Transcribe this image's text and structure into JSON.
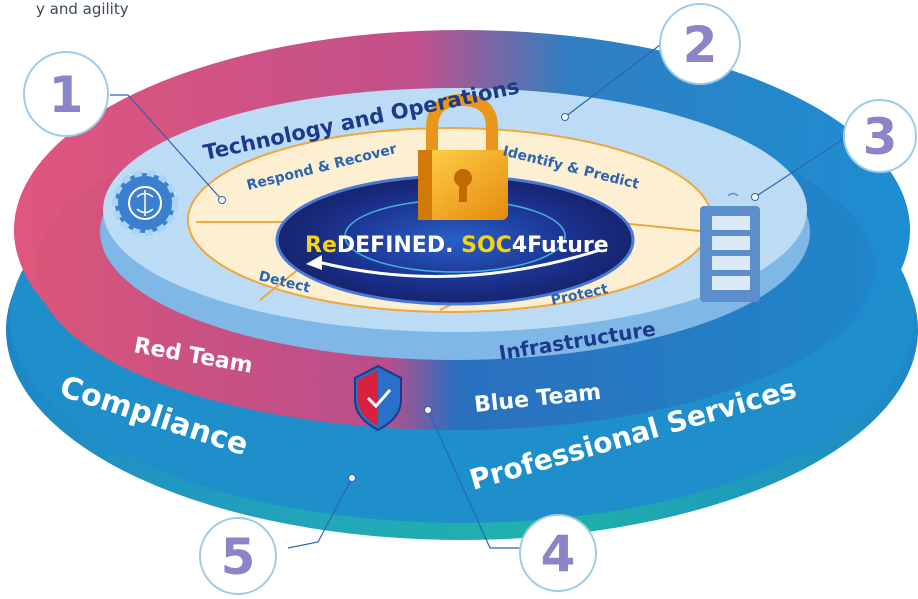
{
  "top_caption": "y and agility",
  "numbers": [
    "1",
    "2",
    "3",
    "4",
    "5"
  ],
  "rings": {
    "outer_left": "Compliance",
    "outer_right": "Professional Services",
    "mid_left": "Red Team",
    "mid_right": "Blue Team",
    "tech_top": "Technology and Operations",
    "tech_bottom": "Infrastructure"
  },
  "phases": {
    "respond": "Respond & Recover",
    "identify": "Identify & Predict",
    "detect": "Detect",
    "protect": "Protect"
  },
  "core": {
    "re": "Re",
    "defined": "DEFINED. ",
    "soc": "SOC",
    "future": "4Future"
  },
  "colors": {
    "accent_number": "#8a84c8",
    "red_team": "#d9557a",
    "blue_team": "#1e7fc6",
    "teal": "#1fb3a8",
    "lock": "#f39c12",
    "core_yellow": "#f5d60e"
  },
  "icons": [
    "brain-gear-icon",
    "padlock-icon",
    "server-rack-icon",
    "shield-check-icon",
    "refresh-arrow-icon"
  ]
}
